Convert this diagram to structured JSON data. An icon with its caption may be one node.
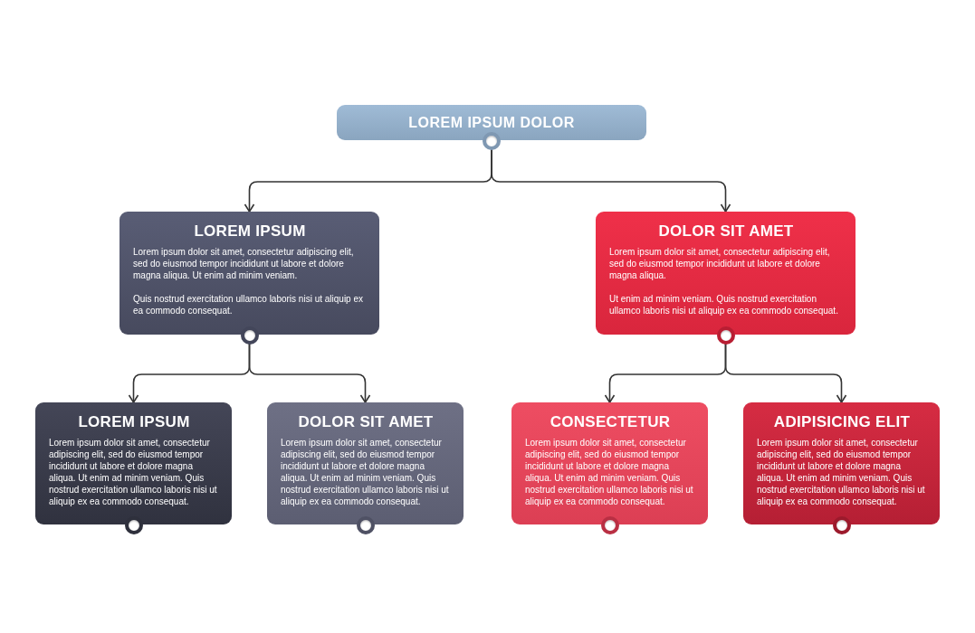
{
  "diagram": {
    "nodes": [
      {
        "text": [
          "LOREM IPSUM DOLOR"
        ]
      },
      {
        "text": [
          "LOREM IPSUM",
          "Lorem ipsum dolor sit amet, consectetur adipiscing elit, sed do eiusmod tempor incididunt ut labore et dolore magna aliqua. Ut enim ad minim veniam.",
          "Quis nostrud exercitation ullamco laboris nisi ut aliquip ex ea commodo consequat."
        ]
      },
      {
        "text": [
          "DOLOR SIT AMET",
          "Lorem ipsum dolor sit amet, consectetur adipiscing elit, sed do eiusmod tempor incididunt ut labore et dolore magna aliqua.",
          "Ut enim ad minim veniam. Quis nostrud exercitation ullamco laboris nisi ut aliquip ex ea commodo consequat."
        ]
      },
      {
        "text": [
          "LOREM IPSUM",
          "Lorem ipsum dolor sit amet, consectetur adipiscing elit, sed do eiusmod tempor incididunt ut labore et dolore magna aliqua. Ut enim ad minim veniam. Quis nostrud exercitation ullamco laboris nisi ut aliquip ex ea commodo consequat."
        ]
      },
      {
        "text": [
          "DOLOR SIT AMET",
          "Lorem ipsum dolor sit amet, consectetur adipiscing elit, sed do eiusmod tempor incididunt ut labore et dolore magna aliqua. Ut enim ad minim veniam. Quis nostrud exercitation ullamco laboris nisi ut aliquip ex ea commodo consequat."
        ]
      },
      {
        "text": [
          "CONSECTETUR",
          "Lorem ipsum dolor sit amet, consectetur adipiscing elit, sed do eiusmod tempor incididunt ut labore et dolore magna aliqua. Ut enim ad minim veniam. Quis nostrud exercitation ullamco laboris nisi ut aliquip ex ea commodo consequat."
        ]
      },
      {
        "text": [
          "ADIPISICING ELIT",
          "Lorem ipsum dolor sit amet, consectetur adipiscing elit, sed do eiusmod tempor incididunt ut labore et dolore magna aliqua. Ut enim ad minim veniam. Quis nostrud exercitation ullamco laboris nisi ut aliquip ex ea commodo consequat."
        ]
      }
    ],
    "edges": [
      {
        "from": 0,
        "to": 1,
        "arrow": "to"
      },
      {
        "from": 0,
        "to": 2,
        "arrow": "to"
      },
      {
        "from": 1,
        "to": 3,
        "arrow": "to"
      },
      {
        "from": 1,
        "to": 4,
        "arrow": "to"
      },
      {
        "from": 2,
        "to": 5,
        "arrow": "to"
      },
      {
        "from": 2,
        "to": 6,
        "arrow": "to"
      }
    ]
  }
}
